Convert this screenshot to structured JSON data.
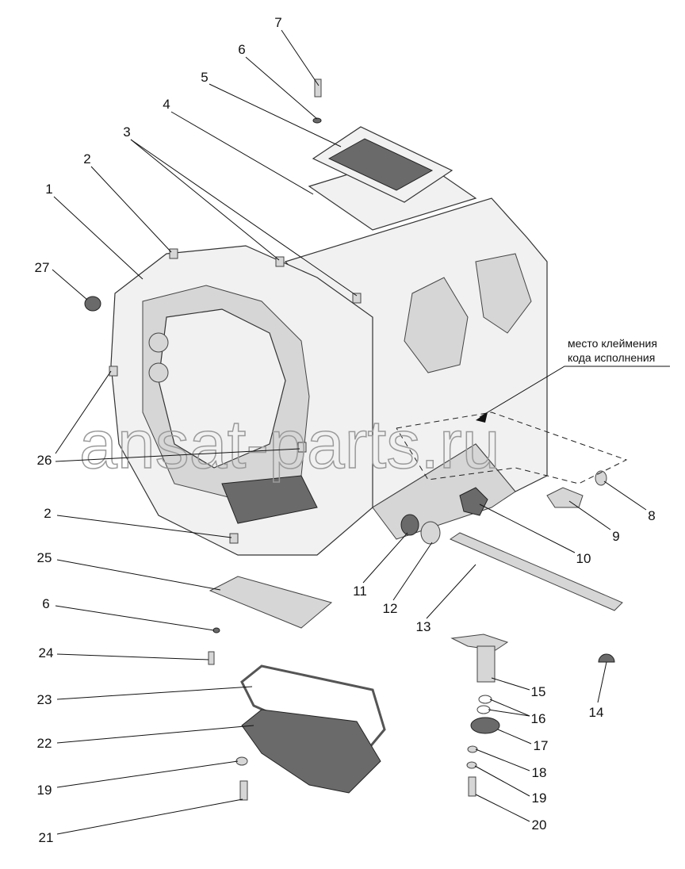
{
  "labels": {
    "p7": "7",
    "p6a": "6",
    "p5": "5",
    "p4": "4",
    "p3": "3",
    "p2a": "2",
    "p1": "1",
    "p27": "27",
    "p26": "26",
    "p2b": "2",
    "p25": "25",
    "p6b": "6",
    "p24": "24",
    "p23": "23",
    "p22": "22",
    "p19a": "19",
    "p21": "21",
    "p8": "8",
    "p9": "9",
    "p10": "10",
    "p11": "11",
    "p12": "12",
    "p13": "13",
    "p14": "14",
    "p15": "15",
    "p16": "16",
    "p17": "17",
    "p18": "18",
    "p19b": "19",
    "p20": "20"
  },
  "annotation": {
    "line1": "место клеймения",
    "line2": "кода исполнения"
  },
  "watermark": "ansat-parts.ru"
}
